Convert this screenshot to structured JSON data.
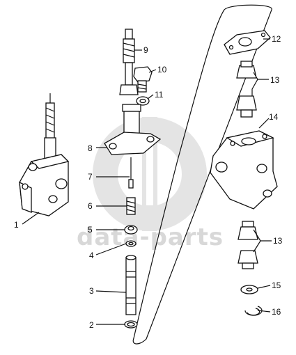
{
  "watermark": {
    "text": "data-parts",
    "color": "#d0d0d0"
  },
  "parts": [
    {
      "label": "1"
    },
    {
      "label": "2"
    },
    {
      "label": "3"
    },
    {
      "label": "4"
    },
    {
      "label": "5"
    },
    {
      "label": "6"
    },
    {
      "label": "7"
    },
    {
      "label": "8"
    },
    {
      "label": "9"
    },
    {
      "label": "10"
    },
    {
      "label": "11"
    },
    {
      "label": "12"
    },
    {
      "label": "13"
    },
    {
      "label": "13"
    },
    {
      "label": "14"
    },
    {
      "label": "15"
    },
    {
      "label": "16"
    }
  ],
  "colors": {
    "ink": "#111111",
    "background": "#ffffff"
  }
}
